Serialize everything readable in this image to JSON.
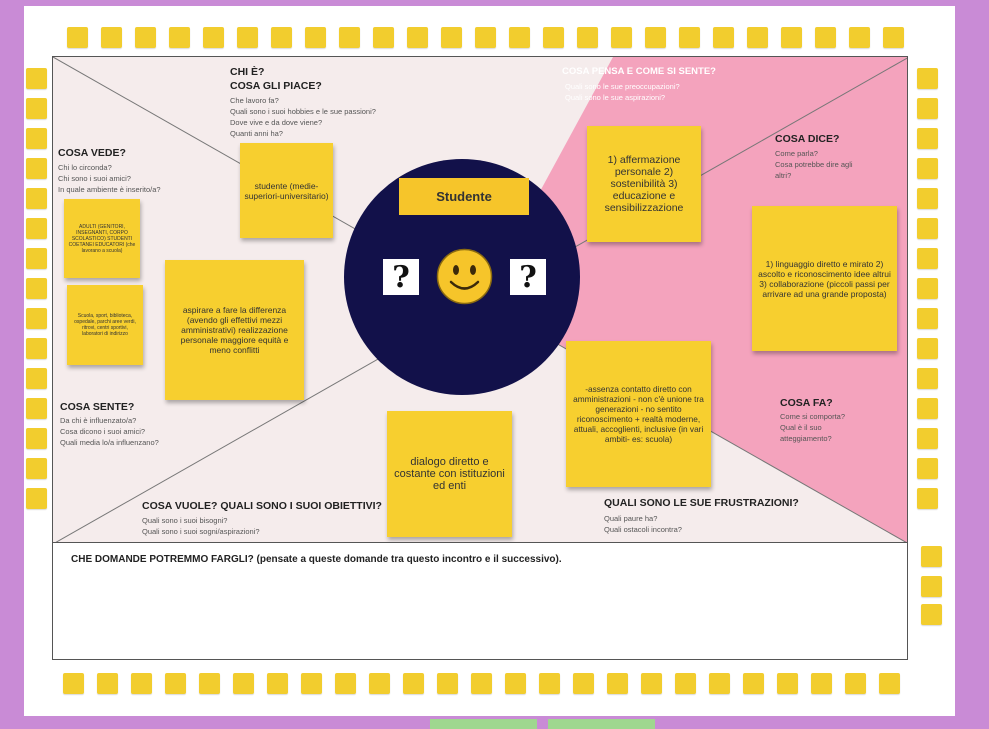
{
  "center": {
    "title": "Studente",
    "left_question_icon": "question-mark-icon",
    "right_question_icon": "question-mark-icon",
    "face_icon": "smiley-face-icon"
  },
  "sections": {
    "chi": {
      "title_line1": "CHI È?",
      "title_line2": "COSA GLI PIACE?",
      "prompts": [
        "Che lavoro fa?",
        "Quali sono i suoi hobbies e le sue passioni?",
        "Dove vive e da dove viene?",
        "Quanti anni ha?"
      ]
    },
    "pensa": {
      "title": "COSA PENSA E COME SI SENTE?",
      "prompts": [
        "Quali sono le sue preoccupazioni?",
        "Quali sono le sue aspirazioni?"
      ]
    },
    "vede": {
      "title": "COSA VEDE?",
      "prompts": [
        "Chi lo circonda?",
        "Chi sono i suoi amici?",
        "In quale ambiente è inserito/a?"
      ]
    },
    "dice": {
      "title": "COSA DICE?",
      "prompts": [
        "Come parla?",
        "Cosa potrebbe dire agli",
        "altri?"
      ]
    },
    "sente": {
      "title": "COSA SENTE?",
      "prompts": [
        "Da chi è influenzato/a?",
        "Cosa dicono i suoi amici?",
        "Quali media lo/a influenzano?"
      ]
    },
    "fa": {
      "title": "COSA FA?",
      "prompts": [
        "Come si comporta?",
        "Qual è il suo",
        "atteggiamento?"
      ]
    },
    "vuole": {
      "title": "COSA VUOLE? QUALI SONO I SUOI OBIETTIVI?",
      "prompts": [
        "Quali sono i suoi bisogni?",
        "Quali sono i suoi sogni/aspirazioni?"
      ]
    },
    "frustrazioni": {
      "title": "QUALI SONO LE SUE FRUSTRAZIONI?",
      "prompts": [
        "Quali paure ha?",
        "Quali ostacoli incontra?"
      ]
    }
  },
  "notes": {
    "studente": "studente (medie-superiori-universitario)",
    "vede1": "ADULTI (GENITORI, INSEGNANTI, CORPO SCOLASTICO) STUDENTI COETANEI EDUCATORI (che lavorano a scuola)",
    "vede2": "Scuola, sport, biblioteca, ospedale, parchi aree verdi, ritrovi, centri sportivi, laboratori di indirizzo",
    "aspirare": "aspirare a fare la differenza (avendo gli effettivi mezzi amministrativi) realizzazione personale maggiore equità e meno conflitti",
    "affermazione": "1) affermazione personale 2) sostenibilità 3) educazione e sensibilizzazione",
    "linguaggio": "1) linguaggio diretto e mirato 2) ascolto e riconoscimento idee altrui 3) collaborazione (piccoli passi per arrivare ad una grande proposta)",
    "assenza": "-assenza contatto diretto con amministrazioni - non c'è unione tra generazioni - no sentito riconoscimento + realtà moderne, attuali, accoglienti, inclusive (in vari ambiti- es: scuola)",
    "dialogo": "dialogo diretto e costante con istituzioni ed enti"
  },
  "bottom_question": "CHE DOMANDE POTREMMO FARGLI? (pensate a queste domande tra questo incontro e il successivo).",
  "colors": {
    "background": "#c98bd6",
    "sticky": "#f7cf2f",
    "pink": "#f4a3bd",
    "map_bg": "#f5ecec",
    "circle": "#12114a"
  }
}
